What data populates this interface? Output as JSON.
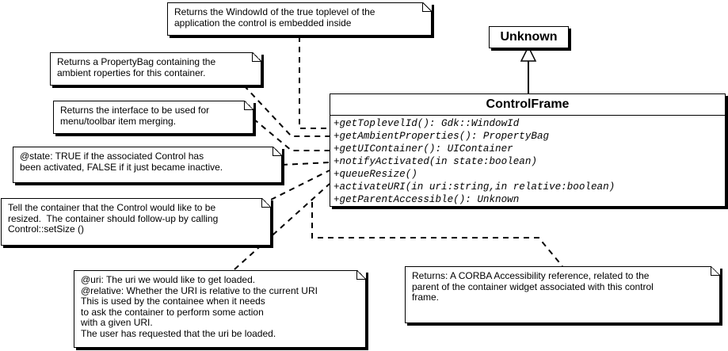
{
  "unknown_class": {
    "name": "Unknown"
  },
  "control_frame": {
    "name": "ControlFrame",
    "operations": [
      "+getToplevelId(): Gdk::WindowId",
      "+getAmbientProperties(): PropertyBag",
      "+getUIContainer(): UIContainer",
      "+notifyActivated(in state:boolean)",
      "+queueResize()",
      "+activateURI(in uri:string,in relative:boolean)",
      "+getParentAccessible(): Unknown"
    ]
  },
  "notes": {
    "toplevel": [
      "Returns the WindowId of the true toplevel of the",
      "application the control is embedded inside"
    ],
    "ambient": [
      "Returns a PropertyBag containing the",
      "ambient roperties for this container."
    ],
    "uicontainer": [
      "Returns the interface to be used for",
      "menu/toolbar item merging."
    ],
    "notify": [
      "@state: TRUE if the associated Control has",
      "been activated, FALSE if it just became inactive."
    ],
    "resize": [
      "Tell the container that the Control would like to be",
      "resized.  The container should follow-up by calling",
      "Control::setSize ()"
    ],
    "uri": [
      "@uri: The uri we would like to get loaded.",
      "@relative: Whether the URI is relative to the current URI",
      "This is used by the containee when it needs",
      "to ask the container to perform some action",
      "with a given URI.",
      "The user has requested that the uri be loaded."
    ],
    "accessible": [
      "Returns: A CORBA Accessibility reference, related to the",
      "parent of the container widget associated with this control",
      "frame."
    ]
  }
}
